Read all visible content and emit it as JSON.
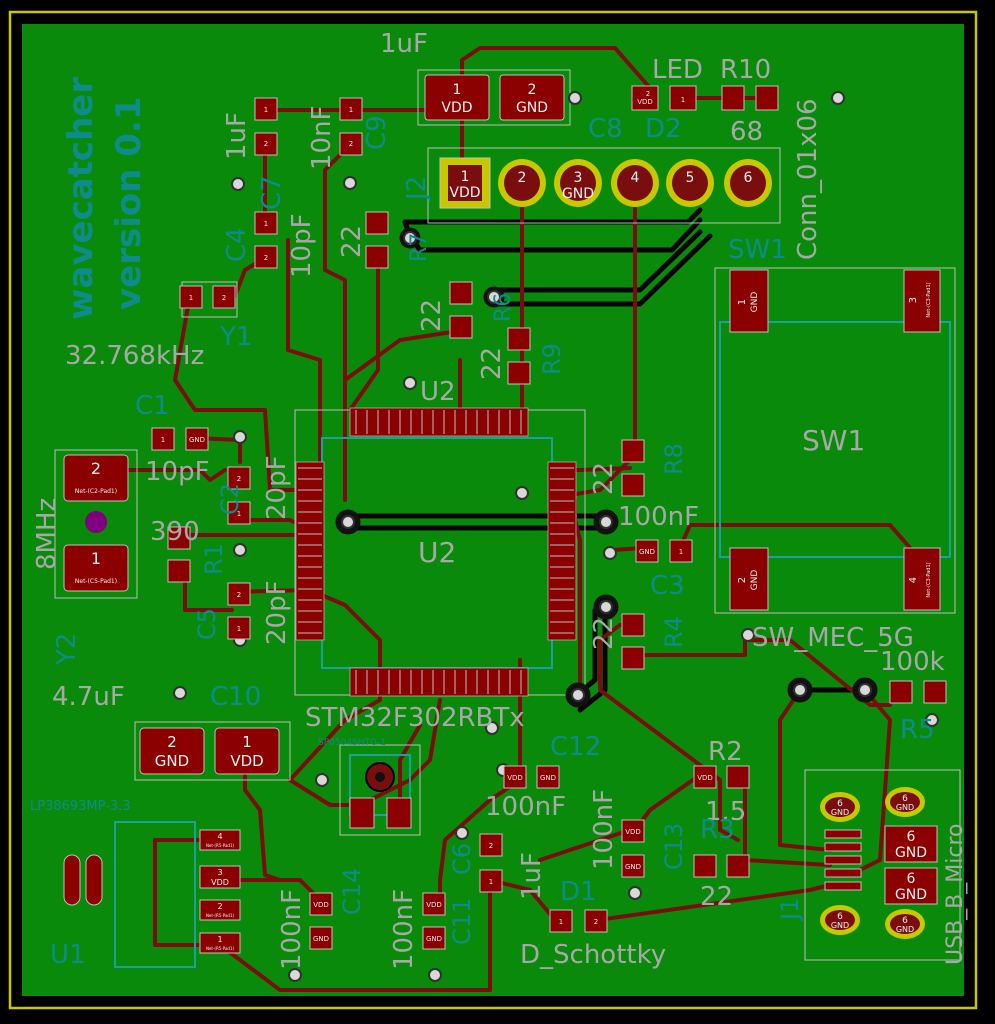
{
  "board": {
    "title_line1": "wavecatcher",
    "title_line2": "version 0.1",
    "colors": {
      "background": "#000000",
      "copper": "#0a8a0a",
      "edge": "#c8c800",
      "trace": "#7a0e0e",
      "pad": "#8b0000",
      "silkscreen": "#a8a8a8",
      "fab": "#0e8c8c",
      "via": "#d8d8d8"
    }
  },
  "labels": {
    "c_1uf_top": "1uF",
    "led": "LED",
    "r10": "R10",
    "conn_ref": "Conn_01x06",
    "c8": "C8",
    "d2": "D2",
    "v68": "68",
    "c9_val": "10nF",
    "c9": "C9",
    "c7_val": "1uF",
    "c7": "C7",
    "c4": "C4",
    "c4_val": "10pF",
    "r7_val": "22",
    "r7": "R7",
    "j2": "J2",
    "sw1_ref": "SW1",
    "sw1_center": "SW1",
    "y1": "Y1",
    "freq_32k": "32.768kHz",
    "r6_val": "22",
    "r6": "R6",
    "r9_val": "22",
    "r9": "R9",
    "c1": "C1",
    "c1_val": "10pF",
    "u2_top": "U2",
    "u2_center": "U2",
    "c2": "C2",
    "c2_val": "20pF",
    "r8_val": "22",
    "r8": "R8",
    "mhz": "8MHz",
    "r1_val": "390",
    "r1": "R1",
    "c3_val": "100nF",
    "c3": "C3",
    "c5": "C5",
    "c5_val": "20pF",
    "y2": "Y2",
    "r4_val": "22",
    "r4": "R4",
    "sw_mec": "SW_MEC_5G",
    "r5_val": "100k",
    "r5": "R5",
    "c10_val": "4.7uF",
    "c10": "C10",
    "mcu": "STM32F302RBTx",
    "c12": "C12",
    "c12_val": "100nF",
    "r2": "R2",
    "r2_val": "1.5",
    "esd": "SP0504SHTG-1",
    "regulator": "LP38693MP-3.3",
    "c13_val": "100nF",
    "c13": "C13",
    "r3": "R3",
    "r3_val": "22",
    "c6": "C6",
    "c6_val": "1uF",
    "d1": "D1",
    "d_schottky": "D_Schottky",
    "c11": "C11",
    "c11_val": "100nF",
    "c14": "C14",
    "c14_val": "100nF",
    "u1": "U1",
    "j1": "J1",
    "usb": "USB_B_Micro"
  },
  "pads": {
    "vdd": "VDD",
    "gnd": "GND",
    "n1": "1",
    "n2": "2",
    "n3": "3",
    "n4": "4",
    "n5": "5",
    "n6": "6",
    "sw_pad1": "Net-(C3-Pad1)",
    "sw_pad2": "Net-(C3-Pad1)",
    "y2_pad2": "Net-(C2-Pad1)",
    "y2_pad1": "Net-(C5-Pad1)",
    "u1_p4": "Net-(R5-Pad1)",
    "u1_p2": "Net-(R5-Pad1)",
    "u1_p1": "Net-(R5-Pad1)"
  }
}
